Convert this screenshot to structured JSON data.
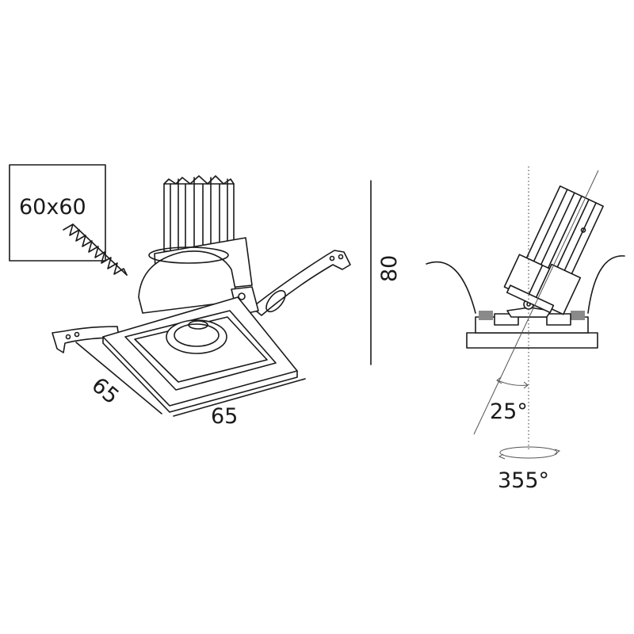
{
  "cutout_label": "60x60",
  "dimensions": {
    "depth": "65",
    "width": "65",
    "height": "80"
  },
  "angles": {
    "tilt": "25°",
    "rotation": "355°"
  },
  "colors": {
    "stroke": "#1a1a1a",
    "dimension_line": "#555555"
  }
}
